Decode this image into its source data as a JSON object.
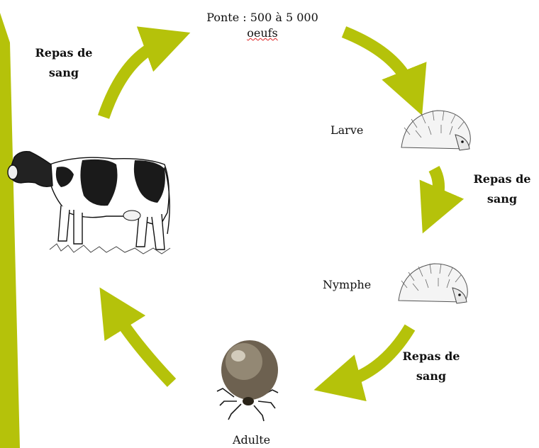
{
  "colors": {
    "accent": "#b5c20a",
    "bar": "#b5c20a",
    "text": "#111111"
  },
  "labels": {
    "ponte_line1": "Ponte : 500 à 5 000",
    "ponte_line2": "oeufs",
    "larve": "Larve",
    "nymphe": "Nymphe",
    "adulte": "Adulte",
    "repas_left_1": "Repas de",
    "repas_left_2": "sang",
    "repas_right_1": "Repas de",
    "repas_right_2": "sang",
    "repas_bottom_1": "Repas de",
    "repas_bottom_2": "sang"
  },
  "images": {
    "cow": "cow-illustration",
    "hedgehog_larve": "hedgehog-illustration",
    "hedgehog_nymphe": "hedgehog-illustration",
    "tick": "tick-photo"
  }
}
